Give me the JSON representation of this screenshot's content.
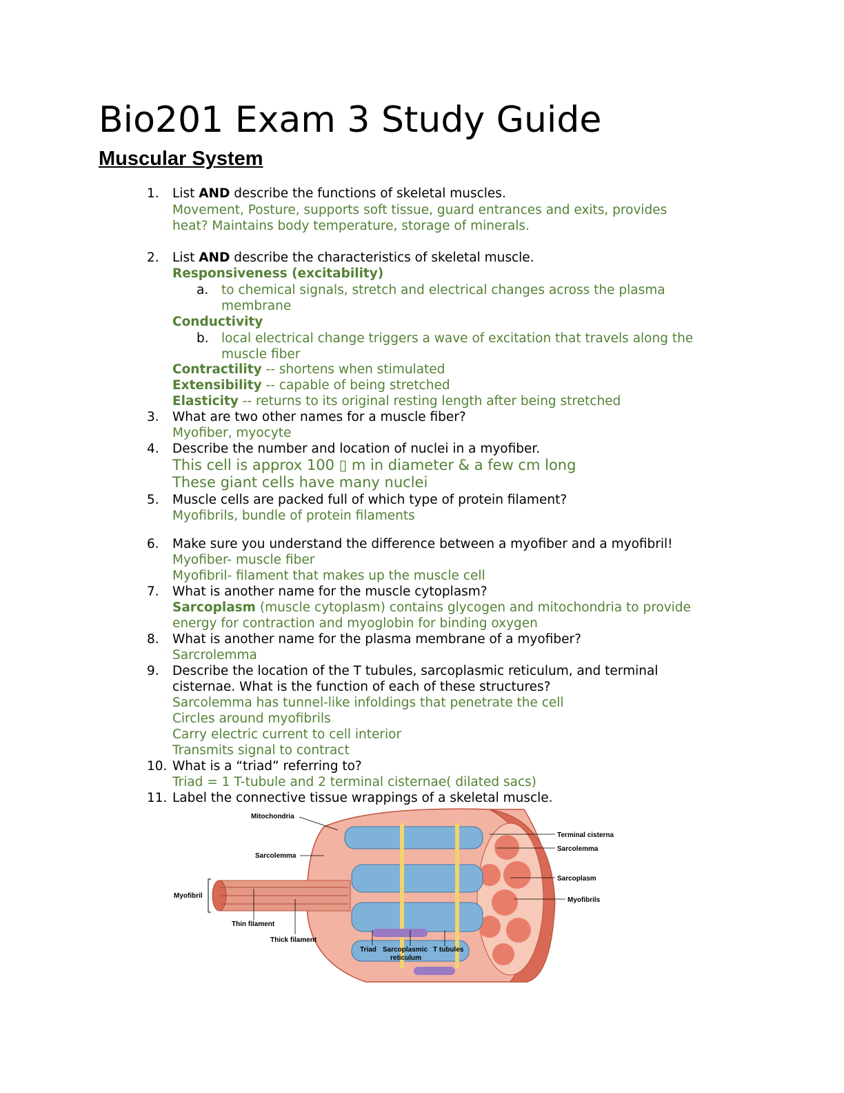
{
  "title": "Bio201 Exam 3 Study Guide",
  "section": "Muscular System",
  "q1": {
    "num": "1.",
    "text_a": "List ",
    "text_b": "AND",
    "text_c": " describe the functions of skeletal muscles.",
    "ans1": "Movement, Posture, supports soft tissue, guard entrances and exits, provides",
    "ans2": "heat? Maintains body temperature, storage of minerals."
  },
  "q2": {
    "num": "2.",
    "text_a": "List ",
    "text_b": "AND",
    "text_c": " describe the characteristics of skeletal muscle.",
    "h1": "Responsiveness (excitability)",
    "a_label": "a.",
    "a1": "to chemical signals, stretch and electrical changes across the plasma",
    "a2": "membrane",
    "h2": "Conductivity",
    "b_label": "b.",
    "b1": "local electrical change triggers a wave of excitation that travels along the",
    "b2": "muscle fiber",
    "h3": "Contractility",
    "h3t": " -- shortens when stimulated",
    "h4": "Extensibility",
    "h4t": " -- capable of being stretched",
    "h5": "Elasticity",
    "h5t": " -- returns to its original resting length after being stretched"
  },
  "q3": {
    "num": "3.",
    "text": "What are two other names for a muscle fiber?",
    "ans": "Myofiber, myocyte"
  },
  "q4": {
    "num": "4.",
    "text": "Describe the number and location of nuclei in a myofiber.",
    "ans1": "This cell is approx 100 ▯ m in diameter & a few cm long",
    "ans2": "These giant cells have many nuclei"
  },
  "q5": {
    "num": "5.",
    "text": "Muscle cells are packed full of which type of protein filament?",
    "ans": "Myofibrils, bundle of protein filaments"
  },
  "q6": {
    "num": "6.",
    "text": "Make sure you understand the difference between a myofiber and a myofibril!",
    "ans1": "Myofiber- muscle fiber",
    "ans2": "Myofibril- filament that makes up the muscle cell"
  },
  "q7": {
    "num": "7.",
    "text": "What is another name for the muscle cytoplasm?",
    "ans_b": "Sarcoplasm",
    "ans1": " (muscle cytoplasm)  contains glycogen and mitochondria to provide",
    "ans2": "energy for contraction and myoglobin for binding oxygen"
  },
  "q8": {
    "num": "8.",
    "text": "What is another name for the plasma membrane of a myofiber?",
    "ans": "Sarcrolemma"
  },
  "q9": {
    "num": "9.",
    "text1": "Describe the location of the T tubules, sarcoplasmic reticulum, and terminal",
    "text2": "cisternae. What is the function of each of these structures?",
    "ans1": "Sarcolemma has tunnel-like infoldings that penetrate the cell",
    "ans2": "Circles around myofibrils",
    "ans3": "Carry electric current to cell interior",
    "ans4": "Transmits signal to contract"
  },
  "q10": {
    "num": "10.",
    "text": "What is a “triad” referring to?",
    "ans": "Triad = 1 T-tubule and 2 terminal cisternae( dilated sacs)"
  },
  "q11": {
    "num": "11.",
    "text": "Label the connective tissue wrappings of a skeletal muscle."
  },
  "figure": {
    "labels": {
      "mitochondria": "Mitochondria",
      "sarcolemma_left": "Sarcolemma",
      "myofibril": "Myofibril",
      "thin_filament": "Thin filament",
      "thick_filament": "Thick filament",
      "triad": "Triad",
      "sr1": "Sarcoplasmic",
      "sr2": "reticulum",
      "t_tubules": "T tubules",
      "terminal_cisterna": "Terminal cisterna",
      "sarcolemma_right": "Sarcolemma",
      "sarcoplasm": "Sarcoplasm",
      "myofibrils": "Myofibrils"
    },
    "colors": {
      "muscle": "#e07a66",
      "muscle_dark": "#c1533f",
      "sr_blue": "#7fb2d9",
      "yellow": "#f3d36b",
      "purple": "#9b7ac4",
      "green_text": "#538135"
    }
  }
}
